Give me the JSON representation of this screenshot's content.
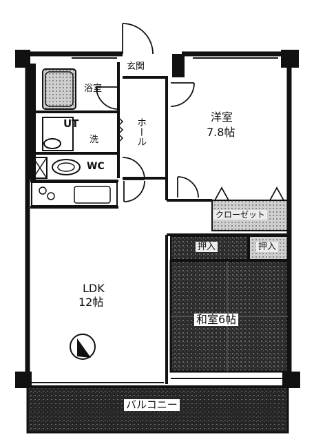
{
  "rooms": {
    "bath": "浴室",
    "utility": "UT",
    "wash": "洗",
    "wc": "WC",
    "entrance": "玄関",
    "hall": "ホール",
    "western_name": "洋室",
    "western_size": "7.8帖",
    "closet": "クローゼット",
    "oshiire_left": "押入",
    "oshiire_right": "押入",
    "washitsu": "和室6帖",
    "ldk_name": "LDK",
    "ldk_size": "12帖",
    "balcony": "バルコニー"
  },
  "colors": {
    "wall": "#111111",
    "tatami": "#3a3a3a",
    "balcony": "#2e2e2e",
    "background": "#ffffff"
  },
  "icons": {
    "compass": "north-arrow-icon"
  }
}
